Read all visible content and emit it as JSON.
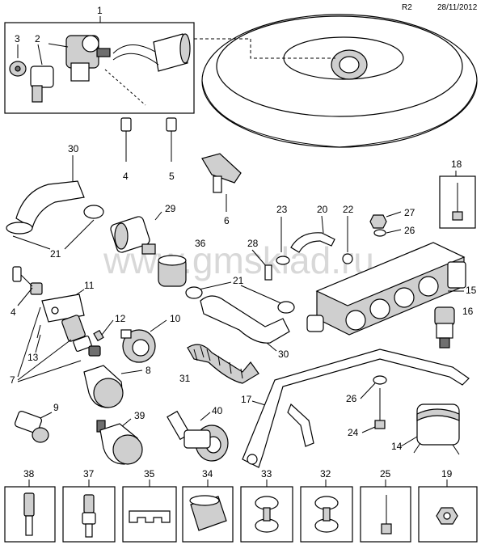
{
  "header": {
    "revision": "R2",
    "date": "28/11/2012"
  },
  "watermark": "www.gmsklad.ru",
  "callouts": {
    "c1": "1",
    "c2": "2",
    "c3": "3",
    "c4a": "4",
    "c5": "5",
    "c6": "6",
    "c30a": "30",
    "c29": "29",
    "c21a": "21",
    "c36": "36",
    "c28": "28",
    "c23": "23",
    "c20": "20",
    "c22": "22",
    "c27": "27",
    "c26a": "26",
    "c18": "18",
    "c21b": "21",
    "c15": "15",
    "c16": "16",
    "c11": "11",
    "c4b": "4",
    "c12": "12",
    "c13": "13",
    "c10": "10",
    "c7": "7",
    "c8": "8",
    "c30b": "30",
    "c31": "31",
    "c17": "17",
    "c26b": "26",
    "c24": "24",
    "c9": "9",
    "c39": "39",
    "c40": "40",
    "c14": "14"
  },
  "bottom_boxes": [
    "38",
    "37",
    "35",
    "34",
    "33",
    "32",
    "25",
    "19"
  ]
}
